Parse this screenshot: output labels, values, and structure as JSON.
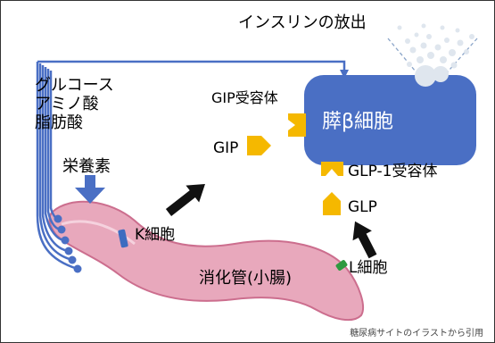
{
  "labels": {
    "insulin_release": "インスリンの放出",
    "glucose": "グルコース",
    "amino_acids": "アミノ酸",
    "fatty_acids": "脂肪酸",
    "gip_receptor": "GIP受容体",
    "beta_cell": "膵β細胞",
    "gip": "GIP",
    "glp1_receptor": "GLP-1受容体",
    "glp": "GLP",
    "nutrients": "栄養素",
    "k_cell": "K細胞",
    "l_cell": "L細胞",
    "gut": "消化管(小腸)",
    "credit": "糖尿病サイトのイラストから引用"
  },
  "colors": {
    "beta_cell_fill": "#4a6fc4",
    "vessel": "#4a6fc4",
    "hormone": "#f5b800",
    "gut_fill": "#e8a8bc",
    "gut_stroke": "#cc6e8e",
    "k_cell": "#3d6cc0",
    "l_cell": "#2e9a40",
    "arrow": "#111111",
    "insulin_dots": "#dfe6ee"
  }
}
